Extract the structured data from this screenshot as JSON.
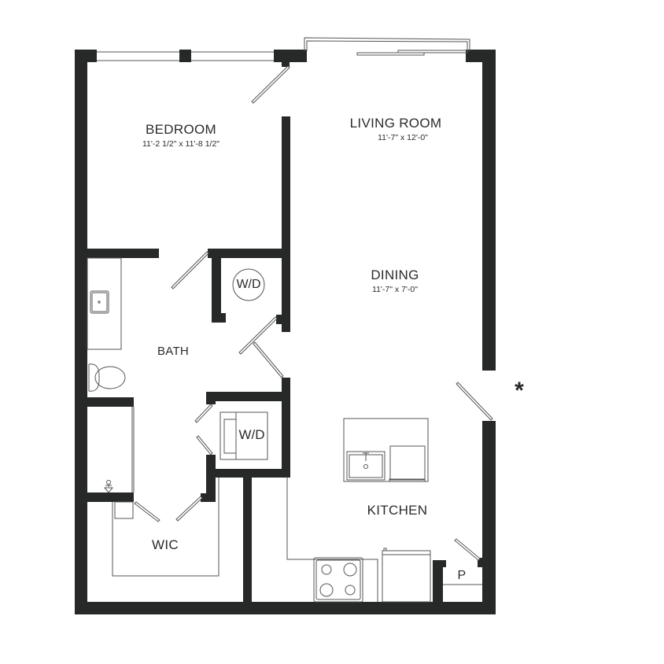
{
  "floorplan": {
    "wall_color": "#262928",
    "line_color": "#555555",
    "background": "#ffffff",
    "rooms": {
      "bedroom": {
        "name": "BEDROOM",
        "dimensions": "11'-2 1/2\" x 11'-8 1/2\""
      },
      "living_room": {
        "name": "LIVING ROOM",
        "dimensions": "11'-7\" x 12'-0\""
      },
      "dining": {
        "name": "DINING",
        "dimensions": "11'-7\" x 7'-0\""
      },
      "bath": {
        "name": "BATH"
      },
      "kitchen": {
        "name": "KITCHEN"
      },
      "wic": {
        "name": "WIC"
      },
      "pantry": {
        "name": "P"
      }
    },
    "fixtures": {
      "wd_closet": "W/D",
      "wd_stacked": "W/D"
    },
    "annotations": {
      "entry_marker": "*"
    }
  }
}
